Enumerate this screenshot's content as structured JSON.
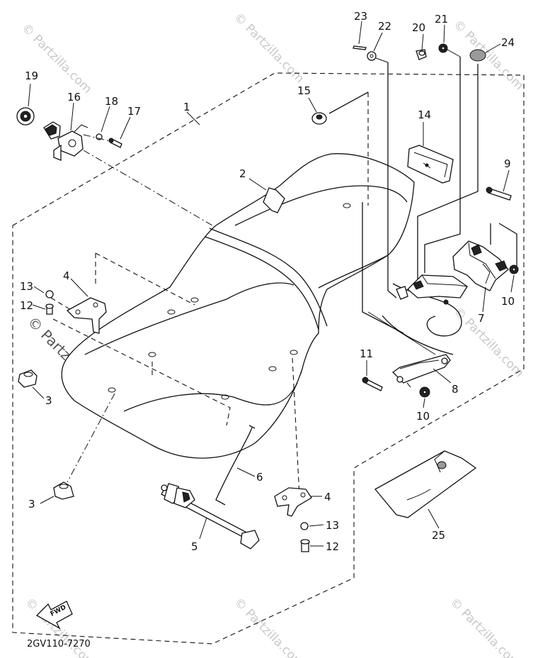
{
  "diagram_code": "2GV110-7270",
  "fwd_label": "FWD",
  "watermark": "© Partzilla.com",
  "callouts": {
    "c1": "1",
    "c2": "2",
    "c3a": "3",
    "c3b": "3",
    "c4a": "4",
    "c4b": "4",
    "c5": "5",
    "c6": "6",
    "c7": "7",
    "c8": "8",
    "c9": "9",
    "c10a": "10",
    "c10b": "10",
    "c11": "11",
    "c12a": "12",
    "c12b": "12",
    "c13a": "13",
    "c13b": "13",
    "c14": "14",
    "c15": "15",
    "c16": "16",
    "c17": "17",
    "c18": "18",
    "c19": "19",
    "c20": "20",
    "c21": "21",
    "c22": "22",
    "c23": "23",
    "c24": "24",
    "c25": "25"
  }
}
